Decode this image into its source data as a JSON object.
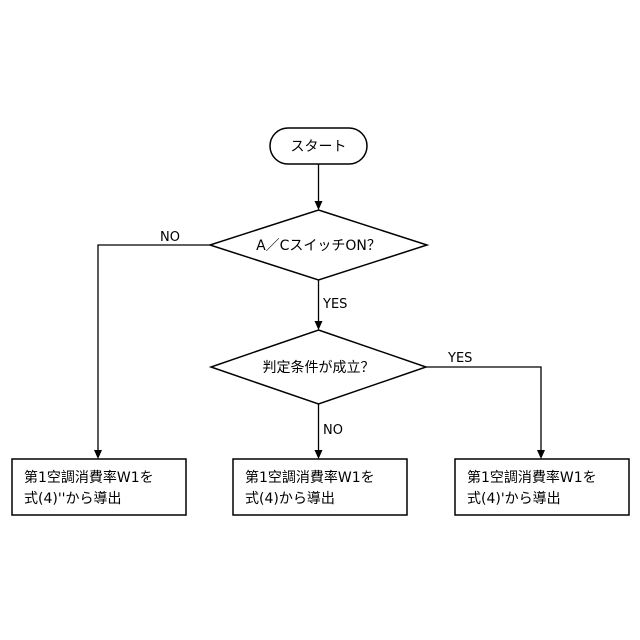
{
  "flowchart": {
    "start": {
      "label": "スタート"
    },
    "decision1": {
      "label": "A／CスイッチON？"
    },
    "decision2": {
      "label": "判定条件が成立？"
    },
    "edges": {
      "d1_no": "NO",
      "d1_yes": "YES",
      "d2_yes": "YES",
      "d2_no": "NO"
    },
    "box_left": {
      "line1": "第1空調消費率W1を",
      "line2": "式(4)''から導出"
    },
    "box_middle": {
      "line1": "第1空調消費率W1を",
      "line2": "式(4)から導出"
    },
    "box_right": {
      "line1": "第1空調消費率W1を",
      "line2": "式(4)'から導出"
    }
  }
}
